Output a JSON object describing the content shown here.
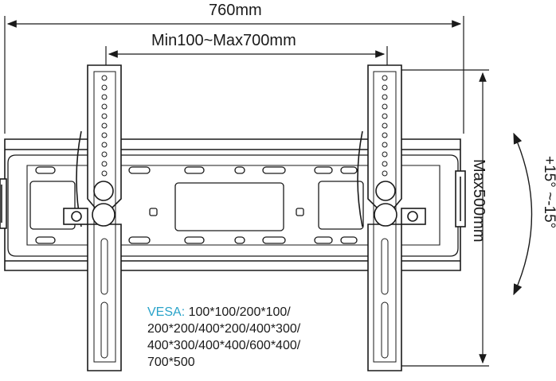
{
  "dimensions": {
    "overall_width": "760mm",
    "vesa_spacing": "Min100~Max700mm",
    "max_height": "Max500mm",
    "tilt_range": "+15° ~-15°"
  },
  "vesa": {
    "title": "VESA:",
    "line1": " 100*100/200*100/",
    "line2": "200*200/400*200/400*300/",
    "line3": "400*300/400*400/600*400/",
    "line4": "700*500"
  },
  "colors": {
    "line": "#1a1a1a",
    "vesa_accent": "#29a3c9",
    "background": "#ffffff"
  }
}
